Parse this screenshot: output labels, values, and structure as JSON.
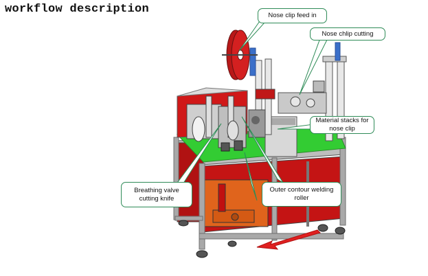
{
  "heading": "workflow description",
  "callouts": {
    "nose_clip_feed": "Nose clip feed in",
    "nose_clip_cutting": "Nose chlip cutting",
    "material_stacks": "Material stacks for nose clip",
    "breathing_valve": "Breathing valve cutting knife",
    "outer_contour": "Outer contour welding roller"
  },
  "colors": {
    "frame": "#a9a9a9",
    "red_panel": "#d01818",
    "green_deck": "#33cc33",
    "callout_border": "#2e8b57",
    "flow_arrow": "#e02020",
    "orange_block": "#e0641c"
  }
}
